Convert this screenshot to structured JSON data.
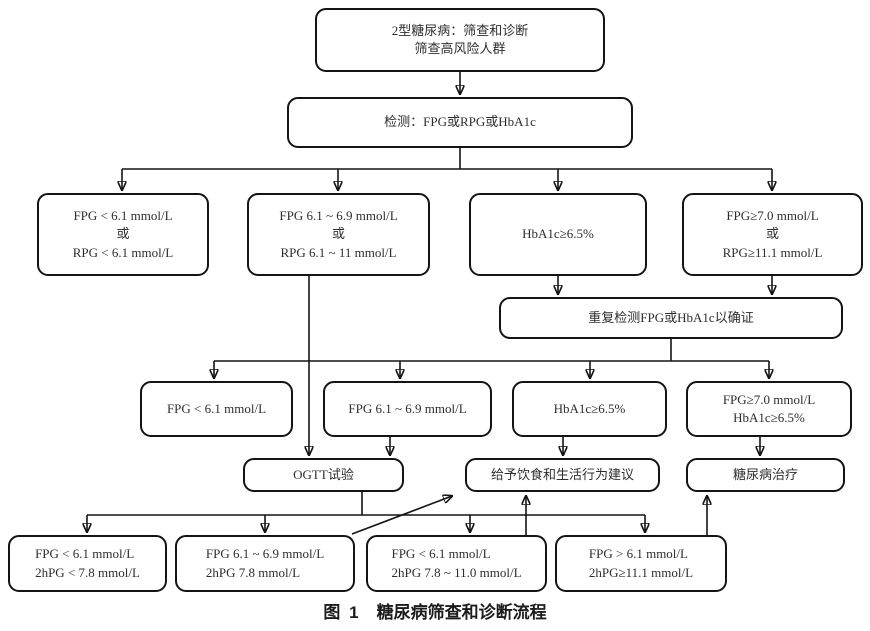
{
  "caption": {
    "label": "图 1",
    "title": "糖尿病筛查和诊断流程"
  },
  "colors": {
    "box_border": "#141414",
    "connector": "#141414",
    "text": "#2e2e2e",
    "background": "#ffffff"
  },
  "flowchart": {
    "nodes": {
      "screening": {
        "lines": [
          "2型糖尿病：筛查和诊断",
          "筛查高风险人群"
        ]
      },
      "initial_test": {
        "lines": [
          "检测：FPG或RPG或HbA1c"
        ]
      },
      "fpg_normal": {
        "lines": [
          "FPG < 6.1 mmol/L",
          "或",
          "RPG < 6.1 mmol/L"
        ]
      },
      "fpg_intermediate": {
        "lines": [
          "FPG 6.1 ~ 6.9 mmol/L",
          "或",
          "RPG 6.1 ~ 11 mmol/L"
        ]
      },
      "hba1c_elevated": {
        "lines": [
          "HbA1c≥6.5%"
        ]
      },
      "fpg_diabetic": {
        "lines": [
          "FPG≥7.0 mmol/L",
          "或",
          "RPG≥11.1 mmol/L"
        ]
      },
      "repeat_test": {
        "lines": [
          "重复检测FPG或HbA1c以确证"
        ]
      },
      "confirm_normal": {
        "lines": [
          "FPG < 6.1 mmol/L"
        ]
      },
      "confirm_intermediate": {
        "lines": [
          "FPG 6.1 ~ 6.9 mmol/L"
        ]
      },
      "confirm_hba1c": {
        "lines": [
          "HbA1c≥6.5%"
        ]
      },
      "confirm_diabetic": {
        "lines": [
          "FPG≥7.0 mmol/L",
          "HbA1c≥6.5%"
        ]
      },
      "ogtt": {
        "lines": [
          "OGTT试验"
        ]
      },
      "lifestyle_advice": {
        "lines": [
          "给予饮食和生活行为建议"
        ]
      },
      "diabetes_treatment": {
        "lines": [
          "糖尿病治疗"
        ]
      },
      "ogtt_normal": {
        "lines": [
          "FPG < 6.1 mmol/L",
          "2hPG < 7.8 mmol/L"
        ]
      },
      "ogtt_ifg": {
        "lines": [
          "FPG 6.1 ~ 6.9 mmol/L",
          "2hPG 7.8 mmol/L"
        ]
      },
      "ogtt_igt": {
        "lines": [
          "FPG < 6.1 mmol/L",
          "2hPG 7.8 ~ 11.0 mmol/L"
        ]
      },
      "ogtt_diabetes": {
        "lines": [
          "FPG > 6.1 mmol/L",
          "2hPG≥11.1 mmol/L"
        ]
      }
    }
  }
}
